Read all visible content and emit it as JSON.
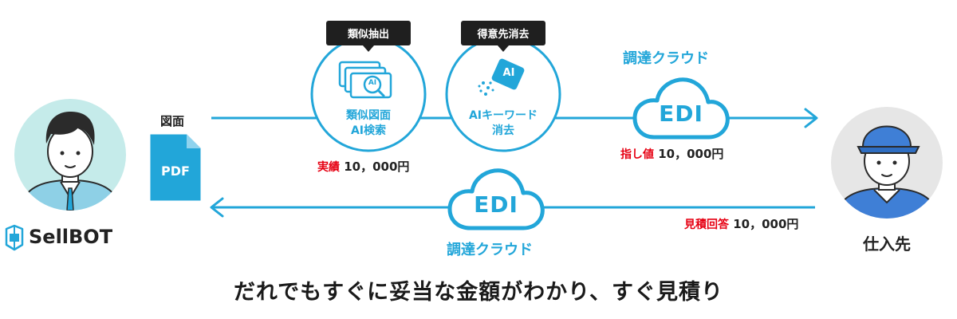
{
  "brand": {
    "name": "SellBOT",
    "color": "#22a6d9"
  },
  "actors": {
    "supplier_label": "仕入先"
  },
  "drawing": {
    "label": "図面",
    "file_type": "PDF"
  },
  "tags": {
    "similar_extract": "類似抽出",
    "customer_erase": "得意先消去"
  },
  "circles": {
    "search": {
      "line1": "類似図面",
      "line2": "AI検索",
      "icon_text": "AI"
    },
    "erase": {
      "line1": "AIキーワード",
      "line2": "消去",
      "icon_text": "AI"
    }
  },
  "clouds": {
    "top": {
      "label": "調達クラウド",
      "center": "EDI"
    },
    "bottom": {
      "label": "調達クラウド",
      "center": "EDI"
    }
  },
  "prices": {
    "actual": {
      "key": "実績",
      "value": "10，000円"
    },
    "target": {
      "key": "指し値",
      "value": "10，000円"
    },
    "quote": {
      "key": "見積回答",
      "value": "10，000円"
    }
  },
  "headline": "だれでもすぐに妥当な金額がわかり、すぐ見積り",
  "colors": {
    "accent": "#22a6d9",
    "red": "#e60012",
    "dark": "#222222",
    "tag_bg": "#1f1f1f"
  }
}
